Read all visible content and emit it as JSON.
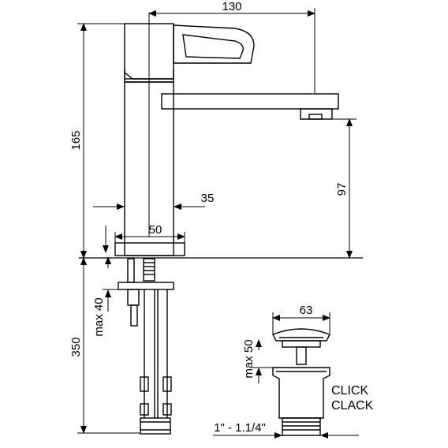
{
  "dimensions": {
    "spout_reach": "130",
    "total_height": "165",
    "spout_height": "97",
    "body_width": "35",
    "base_width": "50",
    "hose_length": "350",
    "max_deck_thickness": "max 40",
    "waste_diameter": "63",
    "waste_max_thickness": "max 50",
    "waste_thread": "1\" - 1.1/4\""
  },
  "labels": {
    "click_clack_line1": "CLICK",
    "click_clack_line2": "CLACK"
  },
  "colors": {
    "line": "#000000",
    "background": "#ffffff"
  }
}
